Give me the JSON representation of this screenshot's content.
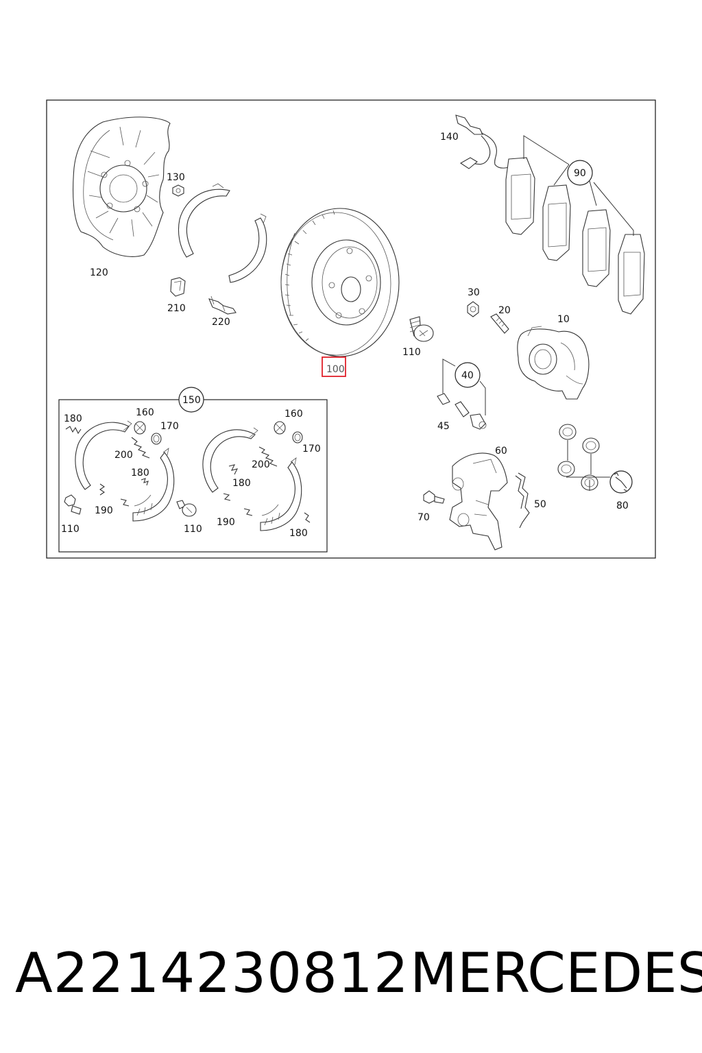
{
  "labels": {
    "l120": "120",
    "l130": "130",
    "l210": "210",
    "l220": "220",
    "l100": "100",
    "l110a": "110",
    "l30": "30",
    "l20": "20",
    "l10": "10",
    "l140": "140",
    "l90": "90",
    "l40": "40",
    "l45": "45",
    "l60": "60",
    "l70": "70",
    "l50": "50",
    "l80": "80",
    "l150": "150",
    "s180a": "180",
    "s160a": "160",
    "s170a": "170",
    "s200a": "200",
    "s180b": "180",
    "s190a": "190",
    "s110a": "110",
    "s110b": "110",
    "s160b": "160",
    "s170b": "170",
    "s200b": "200",
    "s180c": "180",
    "s190b": "190",
    "s180d": "180"
  },
  "highlight": {
    "part": "100",
    "color": "#e0202a"
  },
  "footer": {
    "part_number": "A2214230812",
    "brand": "MERCEDES"
  }
}
